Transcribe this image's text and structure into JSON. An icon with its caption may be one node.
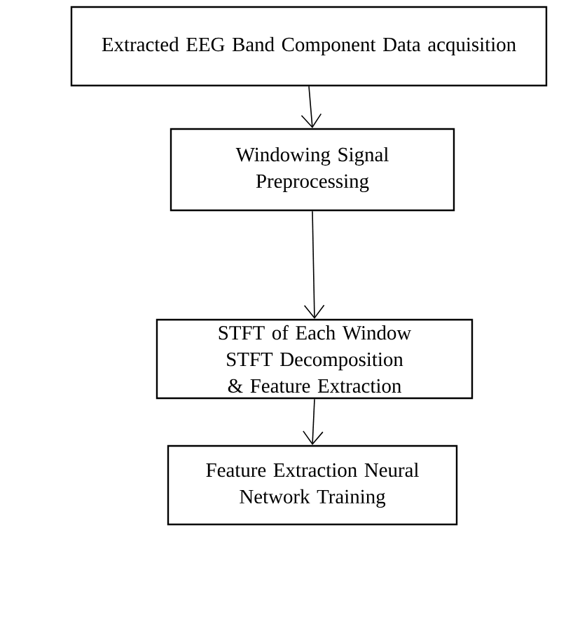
{
  "diagram": {
    "nodes": [
      {
        "text": [
          "Extracted EEG Band Component Data acquisition"
        ]
      },
      {
        "text": [
          "Windowing Signal Preprocessing"
        ]
      },
      {
        "text": [
          "STFT of Each Window STFT Decomposition & Feature Extraction"
        ]
      },
      {
        "text": [
          "Feature Extraction Neural Network Training"
        ]
      }
    ],
    "edges": [
      {
        "from": 0,
        "to": 1,
        "arrow": "to"
      },
      {
        "from": 1,
        "to": 2,
        "arrow": "to"
      },
      {
        "from": 2,
        "to": 3,
        "arrow": "to"
      }
    ]
  }
}
